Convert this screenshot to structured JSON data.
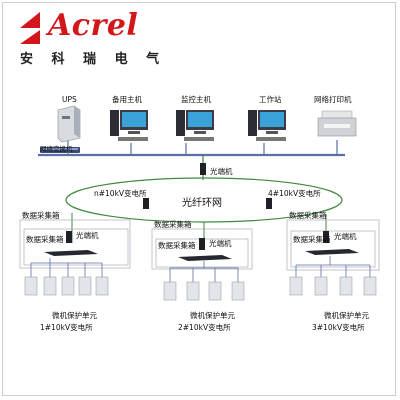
{
  "brand": {
    "name": "Acrel",
    "name_cn": "安 科 瑞 电 气"
  },
  "top": {
    "ups": "UPS",
    "backup_host": "备用主机",
    "monitor_host": "监控主机",
    "workstation": "工作站",
    "network_printer": "网络打印机",
    "network_switch": "网络交换机",
    "optical_transceiver": "光端机"
  },
  "ring": {
    "label": "光纤环网",
    "node_n": "n#10kV变电所",
    "node_4": "4#10kV变电所"
  },
  "substations": [
    {
      "cabinet_outer": "数据采集箱",
      "cabinet_inner": "数据采集箱",
      "transceiver": "光端机",
      "unit": "微机保护单元",
      "name": "1#10kV变电所"
    },
    {
      "cabinet_outer": "数据采集箱",
      "cabinet_inner": "数据采集箱",
      "transceiver": "光端机",
      "unit": "微机保护单元",
      "name": "2#10kV变电所"
    },
    {
      "cabinet_outer": "数据采集箱",
      "cabinet_inner": "数据采集箱",
      "transceiver": "光端机",
      "unit": "微机保护单元",
      "name": "3#10kV变电所"
    }
  ],
  "colors": {
    "brand_red": "#d2161c",
    "fiber_green": "#3f8a3f",
    "bus_blue": "#5b6fa8"
  }
}
